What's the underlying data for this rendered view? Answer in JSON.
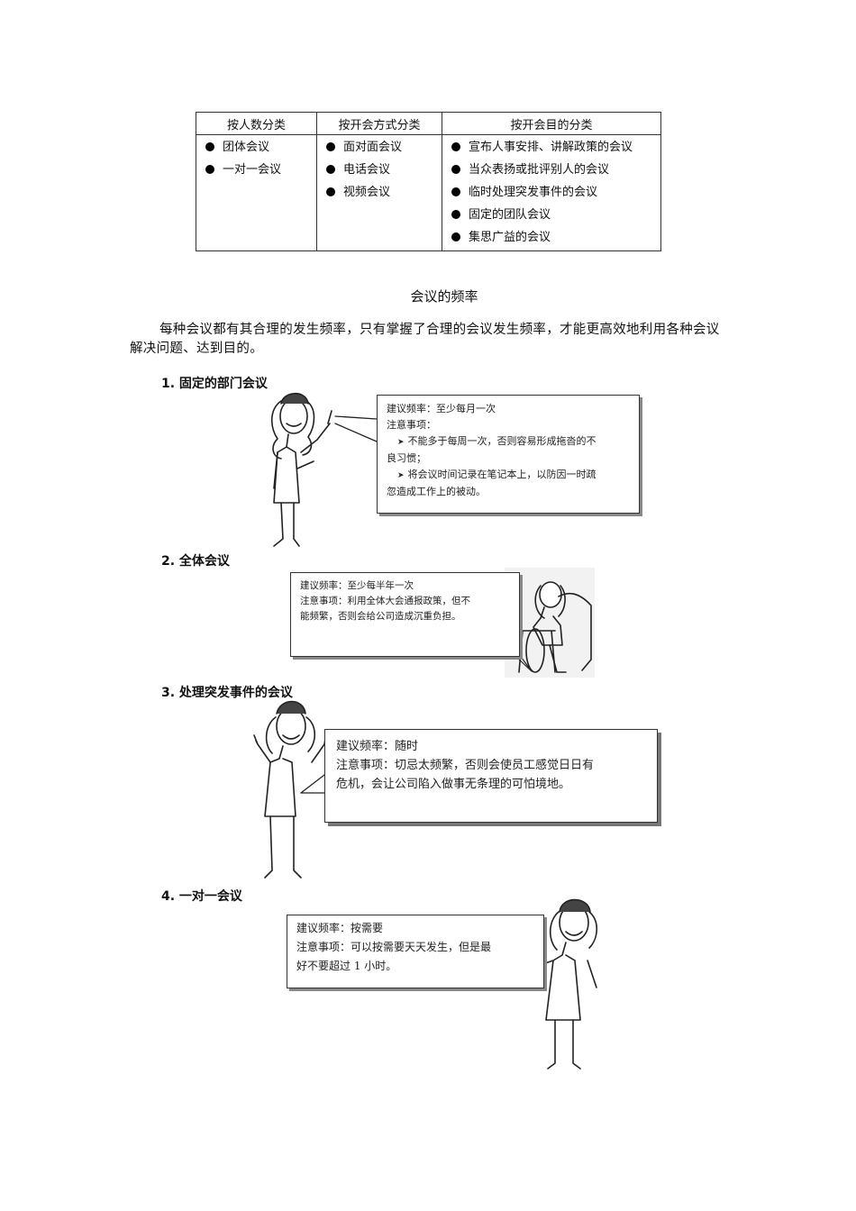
{
  "table": {
    "headers": [
      "按人数分类",
      "按开会方式分类",
      "按开会目的分类"
    ],
    "columns": [
      [
        "团体会议",
        "一对一会议"
      ],
      [
        "面对面会议",
        "电话会议",
        "视频会议"
      ],
      [
        "宣布人事安排、讲解政策的会议",
        "当众表扬或批评别人的会议",
        "临时处理突发事件的会议",
        "固定的团队会议",
        "集思广益的会议"
      ]
    ]
  },
  "section_title": "会议的频率",
  "intro": "每种会议都有其合理的发生频率，只有掌握了合理的会议发生频率，才能更高效地利用各种会议解决问题、达到目的。",
  "meetings": [
    {
      "heading": "1. 固定的部门会议",
      "lines": [
        "建议频率：至少每月一次",
        "注意事项：",
        "不能多于每周一次，否则容易形成拖沓的不",
        "良习惯；",
        "将会议时间记录在笔记本上，以防因一时疏",
        "忽造成工作上的被动。"
      ]
    },
    {
      "heading": "2. 全体会议",
      "lines": [
        "建议频率：至少每半年一次",
        "注意事项：利用全体大会通报政策，但不",
        "能频繁，否则会给公司造成沉重负担。"
      ]
    },
    {
      "heading": "3. 处理突发事件的会议",
      "lines": [
        "建议频率：随时",
        "注意事项：切忌太频繁，否则会使员工感觉日日有",
        "危机，会让公司陷入做事无条理的可怕境地。"
      ]
    },
    {
      "heading": "4. 一对一会议",
      "lines": [
        "建议频率：按需要",
        "注意事项：可以按需要天天发生，但是最",
        "好不要超过 1 小时。"
      ]
    }
  ],
  "colors": {
    "ink": "#111111",
    "shadow": "#888888"
  },
  "icons": [
    "bullet-dot-icon",
    "arrow-bullet-icon",
    "woman-pointing-figure",
    "woman-seated-figure",
    "woman-raising-hands-figure",
    "woman-gesturing-figure"
  ]
}
